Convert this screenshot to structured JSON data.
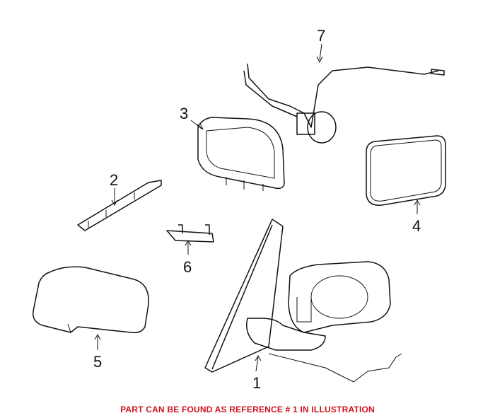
{
  "callouts": [
    "1",
    "2",
    "3",
    "4",
    "5",
    "6",
    "7"
  ],
  "note": "PART CAN BE FOUND AS REFERENCE # 1 IN ILLUSTRATION",
  "colors": {
    "note": "#d0121b",
    "line": "#111111"
  }
}
